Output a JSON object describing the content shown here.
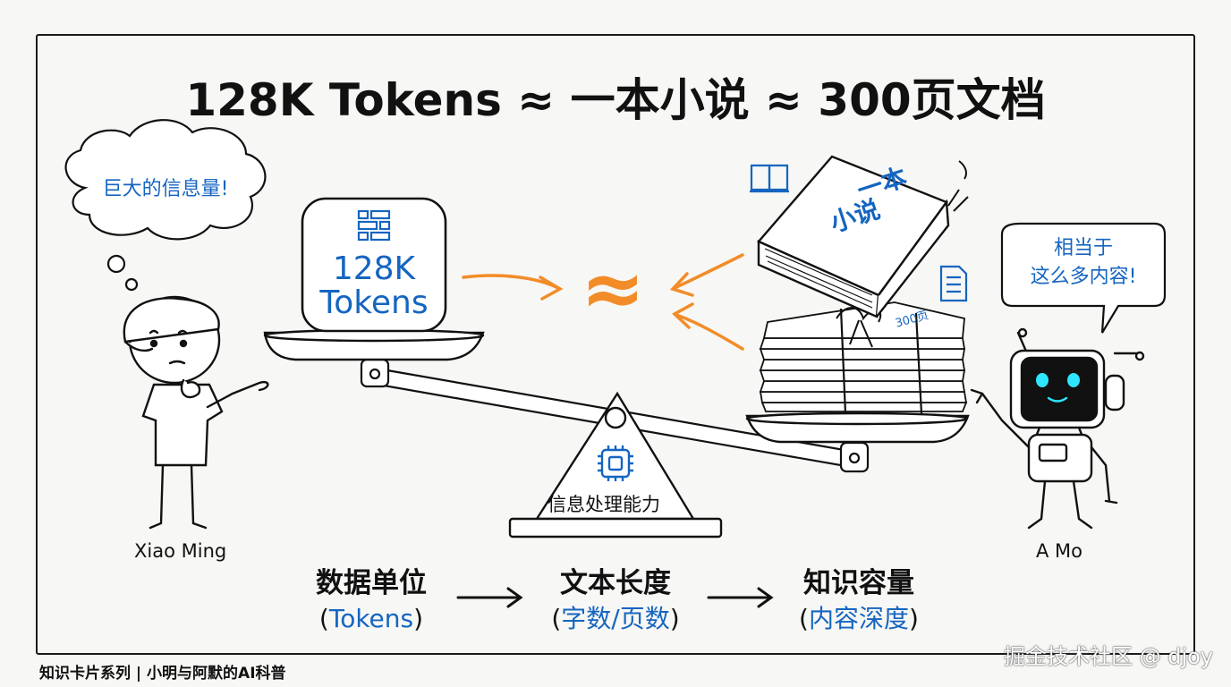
{
  "title": "128K Tokens ≈ 一本小说 ≈ 300页文档",
  "left_character": {
    "name": "Xiao Ming",
    "thought": "巨大的信息量!"
  },
  "right_character": {
    "name": "A Mo",
    "speech_line1": "相当于",
    "speech_line2": "这么多内容!"
  },
  "scale": {
    "left_pan_line1": "128K",
    "left_pan_line2": "Tokens",
    "equals_symbol": "≈",
    "book_line1": "一本",
    "book_line2": "小说",
    "stack_label": "300页",
    "fulcrum_label": "信息处理能力"
  },
  "flow": {
    "steps": [
      {
        "main": "数据单位",
        "open": "(",
        "inner": "Tokens",
        "close": ")"
      },
      {
        "main": "文本长度",
        "open": "(",
        "inner": "字数/页数",
        "close": ")"
      },
      {
        "main": "知识容量",
        "open": "(",
        "inner": "内容深度",
        "close": ")"
      }
    ]
  },
  "footer": "知识卡片系列 | 小明与阿默的AI科普",
  "watermark": "掘金技术社区 @ djoy",
  "colors": {
    "accent_blue": "#1565c0",
    "accent_orange": "#f28c28",
    "ink": "#111111",
    "robot_screen": "#2ee6ff"
  },
  "icons": [
    "cloud-thought-bubble",
    "speech-bubble",
    "grid-icon",
    "book-icon",
    "document-icon",
    "chip-icon",
    "robot",
    "student-with-cap"
  ]
}
